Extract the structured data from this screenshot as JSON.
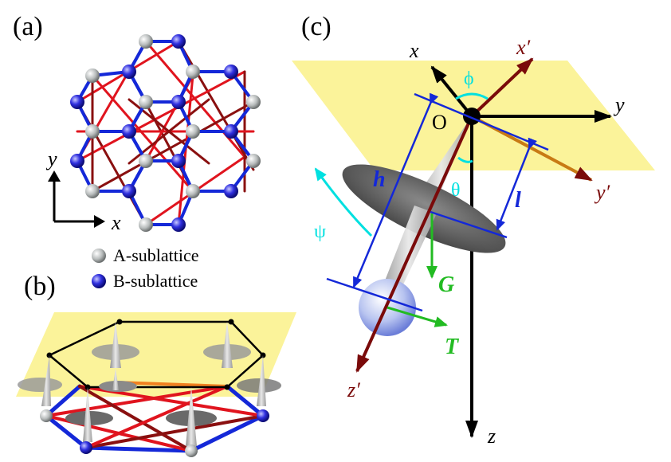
{
  "panels": {
    "a": {
      "label": "(a)",
      "axis_x": "x",
      "axis_y": "y"
    },
    "b": {
      "label": "(b)"
    },
    "c": {
      "label": "(c)"
    }
  },
  "legend": {
    "a_sublattice": "A-sublattice",
    "b_sublattice": "B-sublattice"
  },
  "diagram_c": {
    "origin": "O",
    "x": "x",
    "y": "y",
    "z": "z",
    "x_prime": "x′",
    "y_prime": "y′",
    "z_prime": "z′",
    "phi": "ϕ",
    "theta": "θ",
    "psi": "ψ",
    "h": "h",
    "l": "l",
    "G": "G",
    "T": "T"
  },
  "colors": {
    "plane_yellow": "#fbf39a",
    "bond_blue": "#1428d8",
    "bond_red": "#e0141e",
    "bond_darkred": "#8a1010",
    "cyan": "#00e0e0",
    "green": "#22bb22",
    "sphere_a": "#c8cccc",
    "sphere_b": "#2a2ad8"
  }
}
